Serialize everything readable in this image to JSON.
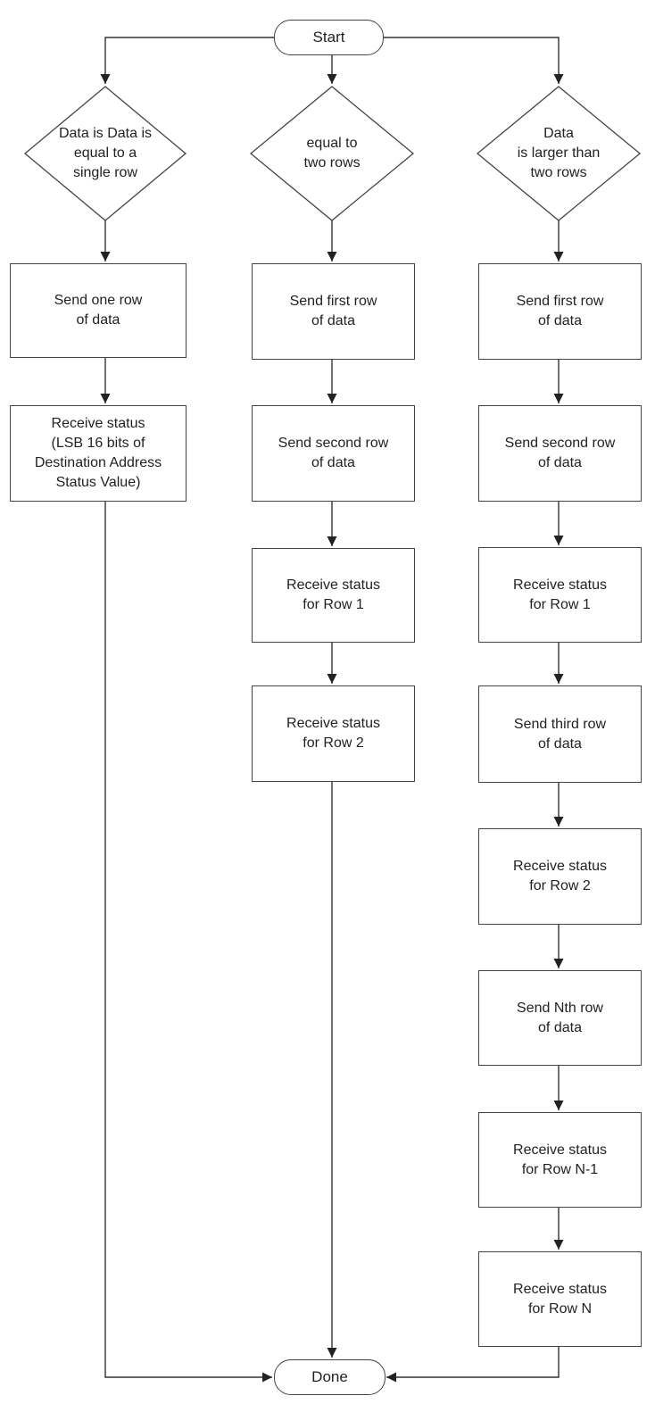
{
  "start": "Start",
  "done": "Done",
  "decisions": [
    "Data is Data is\nequal to a\nsingle row",
    "equal to\ntwo rows",
    "Data\nis larger than\ntwo rows"
  ],
  "left": [
    "Send one row\nof data",
    "Receive status\n(LSB 16 bits of\nDestination Address\nStatus Value)"
  ],
  "middle": [
    "Send first row\nof data",
    "Send second row\nof data",
    "Receive status\nfor Row 1",
    "Receive status\nfor Row 2"
  ],
  "right": [
    "Send first row\nof data",
    "Send second row\nof data",
    "Receive status\nfor Row 1",
    "Send third row\nof data",
    "Receive status\nfor Row 2",
    "Send Nth row\nof data",
    "Receive status\nfor Row N-1",
    "Receive status\nfor Row N"
  ]
}
